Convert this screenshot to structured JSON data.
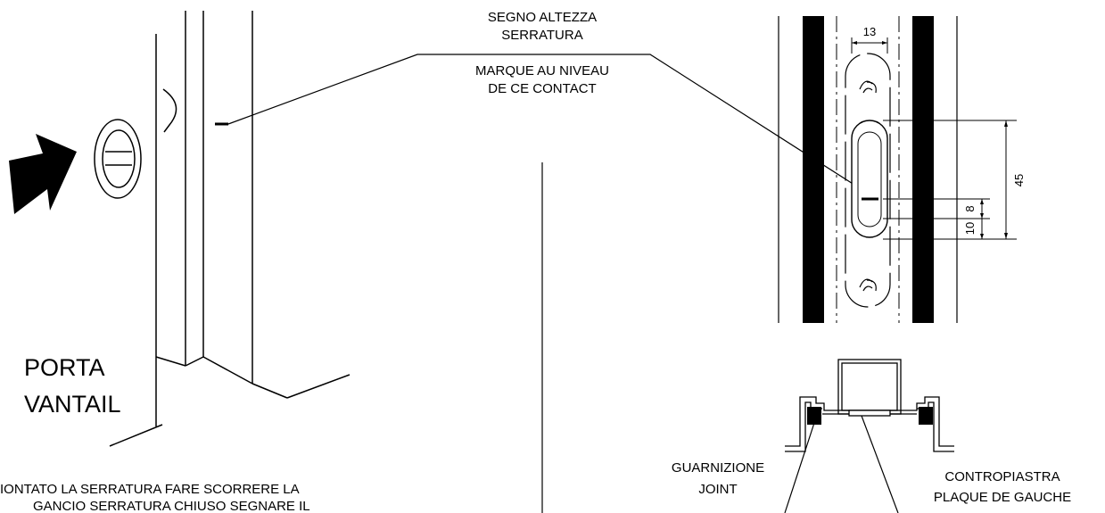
{
  "labels": {
    "segno_line1": "SEGNO ALTEZZA",
    "segno_line2": "SERRATURA",
    "marque_line1": "MARQUE AU NIVEAU",
    "marque_line2": "DE CE CONTACT",
    "porta": "PORTA",
    "vantail": "VANTAIL",
    "guarnizione": "GUARNIZIONE",
    "joint": "JOINT",
    "contropiastra": "CONTROPIASTRA",
    "plaque": "PLAQUE DE GAUCHE",
    "bottom_line1": "IONTATO LA SERRATURA FARE SCORRERE LA",
    "bottom_line2": "GANCIO SERRATURA CHIUSO SEGNARE IL"
  },
  "dimensions": {
    "width": "13",
    "height": "45",
    "offset_a": "8",
    "offset_b": "10"
  },
  "colors": {
    "line": "#000000",
    "fill": "#000000",
    "background": "#ffffff"
  }
}
